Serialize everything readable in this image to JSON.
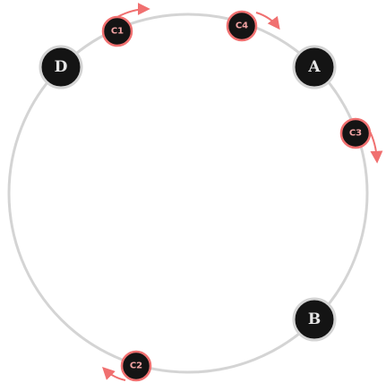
{
  "colors": {
    "ring": "#d4d4d4",
    "node_fill": "#141414",
    "node_stroke": "#d4d4d4",
    "client_fill": "#141414",
    "client_stroke": "#f07070",
    "arrow": "#f07070"
  },
  "nodes": [
    {
      "id": "node-d",
      "label": "D"
    },
    {
      "id": "node-a",
      "label": "A"
    },
    {
      "id": "node-b",
      "label": "B"
    }
  ],
  "clients": [
    {
      "id": "client-c1",
      "label": "C1",
      "arrow_direction": "clockwise"
    },
    {
      "id": "client-c4",
      "label": "C4",
      "arrow_direction": "clockwise"
    },
    {
      "id": "client-c3",
      "label": "C3",
      "arrow_direction": "clockwise"
    },
    {
      "id": "client-c2",
      "label": "C2",
      "arrow_direction": "clockwise"
    }
  ]
}
